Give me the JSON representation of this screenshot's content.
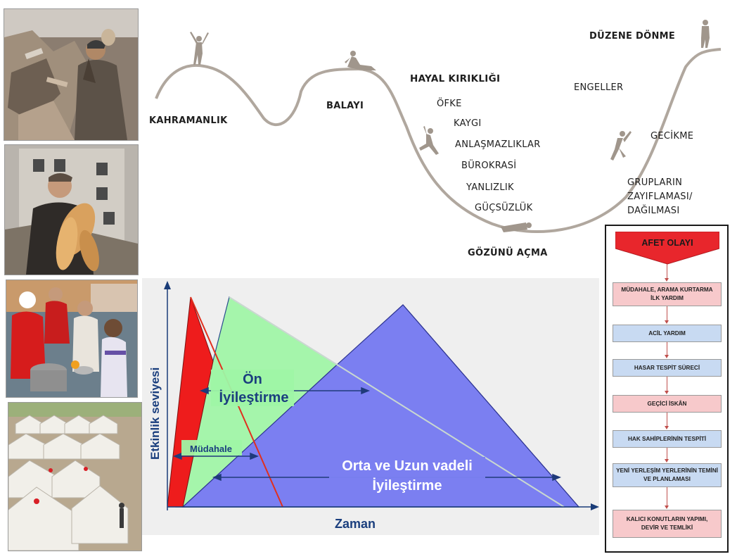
{
  "photos": [
    {
      "name": "photo-earthquake-rubble"
    },
    {
      "name": "photo-man-with-bread"
    },
    {
      "name": "photo-red-crescent-food-aid"
    },
    {
      "name": "photo-tent-camp"
    }
  ],
  "phase_curve": {
    "stages": [
      "KAHRAMANLIK",
      "BALAYI",
      "HAYAL KIRIKLIĞI",
      "GÖZÜNÜ AÇMA",
      "DÜZENE DÖNME"
    ],
    "disillusionment_items": [
      "ÖFKE",
      "KAYGI",
      "ANLAŞMAZLIKLAR",
      "BÜROKRASİ",
      "YANLIZLIK",
      "GÜÇSÜZLÜK"
    ],
    "recovery_items": [
      "ENGELLER",
      "GECİKME"
    ],
    "groups_label_lines": [
      "GRUPLARIN",
      "ZAYIFLAMASI/",
      "DAĞILMASI"
    ],
    "curve_color": "#b0a79e"
  },
  "activity_chart": {
    "ylabel": "Etkinlik seviyesi",
    "xlabel": "Zaman",
    "phases": [
      {
        "label": "Müdahale",
        "color": "#ee1c1c"
      },
      {
        "label_lines": [
          "Ön",
          "İyileştirme"
        ],
        "color": "#9ef5a5"
      },
      {
        "label_lines": [
          "Orta ve Uzun vadeli",
          "İyileştirme"
        ],
        "color": "#7b7ff1"
      }
    ]
  },
  "flow": {
    "title": "AFET OLAYI",
    "steps": [
      {
        "lines": [
          "MÜDAHALE, ARAMA KURTARMA",
          "İLK YARDIM"
        ],
        "color": "pink"
      },
      {
        "lines": [
          "ACİL YARDIM"
        ],
        "color": "blue"
      },
      {
        "lines": [
          "HASAR TESPİT SÜRECİ"
        ],
        "color": "blue"
      },
      {
        "lines": [
          "GEÇİCİ İSKÂN"
        ],
        "color": "pink"
      },
      {
        "lines": [
          "HAK SAHİPLERİNİN TESPİTİ"
        ],
        "color": "blue"
      },
      {
        "lines": [
          "YENİ YERLEŞİM YERLERİNİN TEMİNİ",
          "VE PLANLAMASI"
        ],
        "color": "blue"
      },
      {
        "lines": [
          "KALICI KONUTLARIN YAPIMI,",
          "DEVİR VE TEMLİKİ"
        ],
        "color": "pink"
      }
    ],
    "colors": {
      "pink": "#f7c9cb",
      "blue": "#c8daf2",
      "arrow": "#c0504d",
      "title_bg": "#e8262c"
    }
  }
}
